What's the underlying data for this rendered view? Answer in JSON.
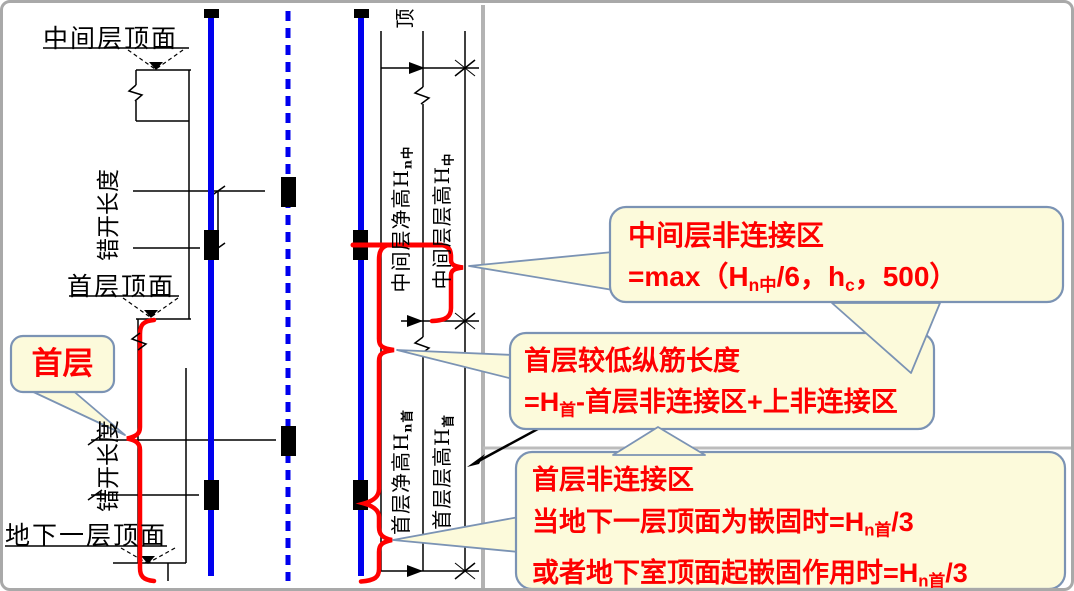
{
  "diagram": {
    "labels": {
      "mid_floor_top": "中间层顶面",
      "first_floor_top": "首层顶面",
      "basement_floor_top": "地下一层顶面",
      "stagger_upper": "错开长度",
      "stagger_lower": "错开长度",
      "top_right_partial": "顶",
      "mid_clear_height_pre": "中间层净高H",
      "mid_clear_height_sub": "n中",
      "mid_storey_height_pre": "中间层层高H",
      "mid_storey_height_sub": "中",
      "first_clear_height_pre": "首层净高H",
      "first_clear_height_sub": "n首",
      "first_storey_height_pre": "首层层高H",
      "first_storey_height_sub": "首"
    },
    "colors": {
      "rebar_blue": "#0000EE",
      "annotation_red": "#FF0000",
      "callout_fill": "#FCFADB",
      "callout_border": "#7B93B4",
      "callout_text": "#FE0000",
      "line_black": "#000000",
      "frame_gray": "#A9A9A9"
    }
  },
  "callouts": {
    "first_floor_tag": {
      "text": "首层"
    },
    "mid_nonconnect": {
      "title": "中间层非连接区",
      "formula": {
        "pre": "=max（H",
        "sub1": "n中",
        "mid": "/6，h",
        "sub2": "c",
        "post": "，500）"
      }
    },
    "first_lower_bar": {
      "title": "首层较低纵筋长度",
      "formula": {
        "pre": "=H",
        "sub1": "首",
        "post": "-首层非连接区+上非连接区"
      }
    },
    "first_nonconnect": {
      "title": "首层非连接区",
      "line2": {
        "pre": "当地下一层顶面为嵌固时=H",
        "sub": "n首",
        "post": "/3"
      },
      "line3": {
        "pre": "或者地下室顶面起嵌固作用时=H",
        "sub": "n首",
        "post": "/3"
      }
    }
  }
}
